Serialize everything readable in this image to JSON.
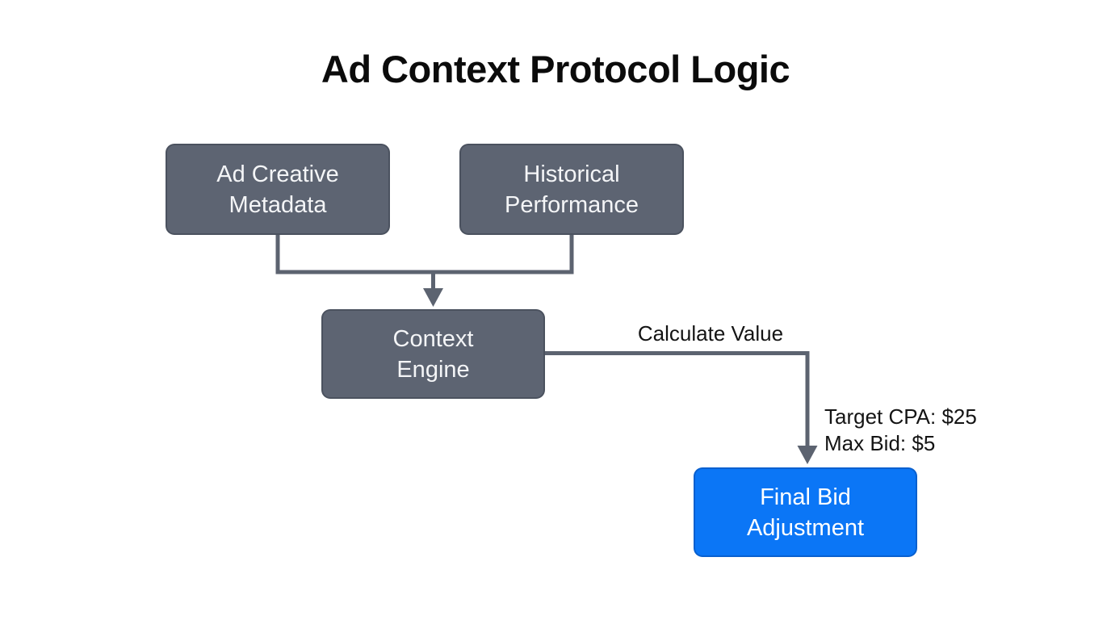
{
  "title": "Ad Context Protocol Logic",
  "nodes": {
    "ad_creative": {
      "line1": "Ad Creative",
      "line2": "Metadata"
    },
    "historical": {
      "line1": "Historical",
      "line2": "Performance"
    },
    "context_engine": {
      "line1": "Context",
      "line2": "Engine"
    },
    "final_bid": {
      "line1": "Final Bid",
      "line2": "Adjustment"
    }
  },
  "labels": {
    "calculate_value": "Calculate Value",
    "target_cpa": "Target CPA: $25",
    "max_bid": "Max Bid: $5"
  },
  "colors": {
    "node_gray": "#5d6472",
    "node_blue": "#0b76f6",
    "connector": "#5c6370",
    "text_light": "#f4f5f7",
    "text_dark": "#141414",
    "background": "#ffffff"
  }
}
